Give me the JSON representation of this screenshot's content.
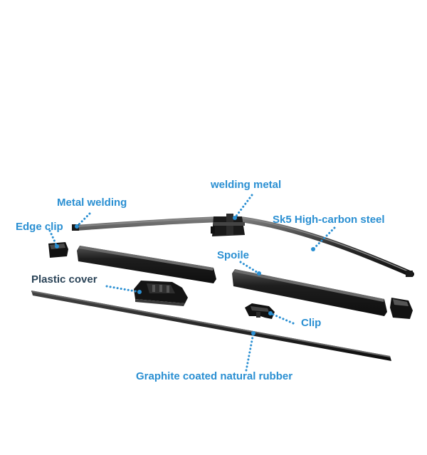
{
  "colors": {
    "label_blue": "#2a8fd2",
    "label_dark": "#2b4458",
    "leader_dot": "#2a8fd2",
    "part_black": "#1c1c1c",
    "part_highlight": "#6e6e6e"
  },
  "labels": {
    "welding_metal": "welding metal",
    "metal_welding": "Metal welding",
    "sk5_steel": "Sk5 High-carbon steel",
    "edge_clip": "Edge clip",
    "spoile": "Spoile",
    "plastic_cover": "Plastic cover",
    "clip": "Clip",
    "rubber": "Graphite coated natural rubber"
  },
  "parts": [
    "steel-frame",
    "center-connector",
    "edge-clip-left",
    "spoiler-left",
    "spoiler-right",
    "edge-clip-right",
    "plastic-cover",
    "clip",
    "rubber-strip"
  ]
}
